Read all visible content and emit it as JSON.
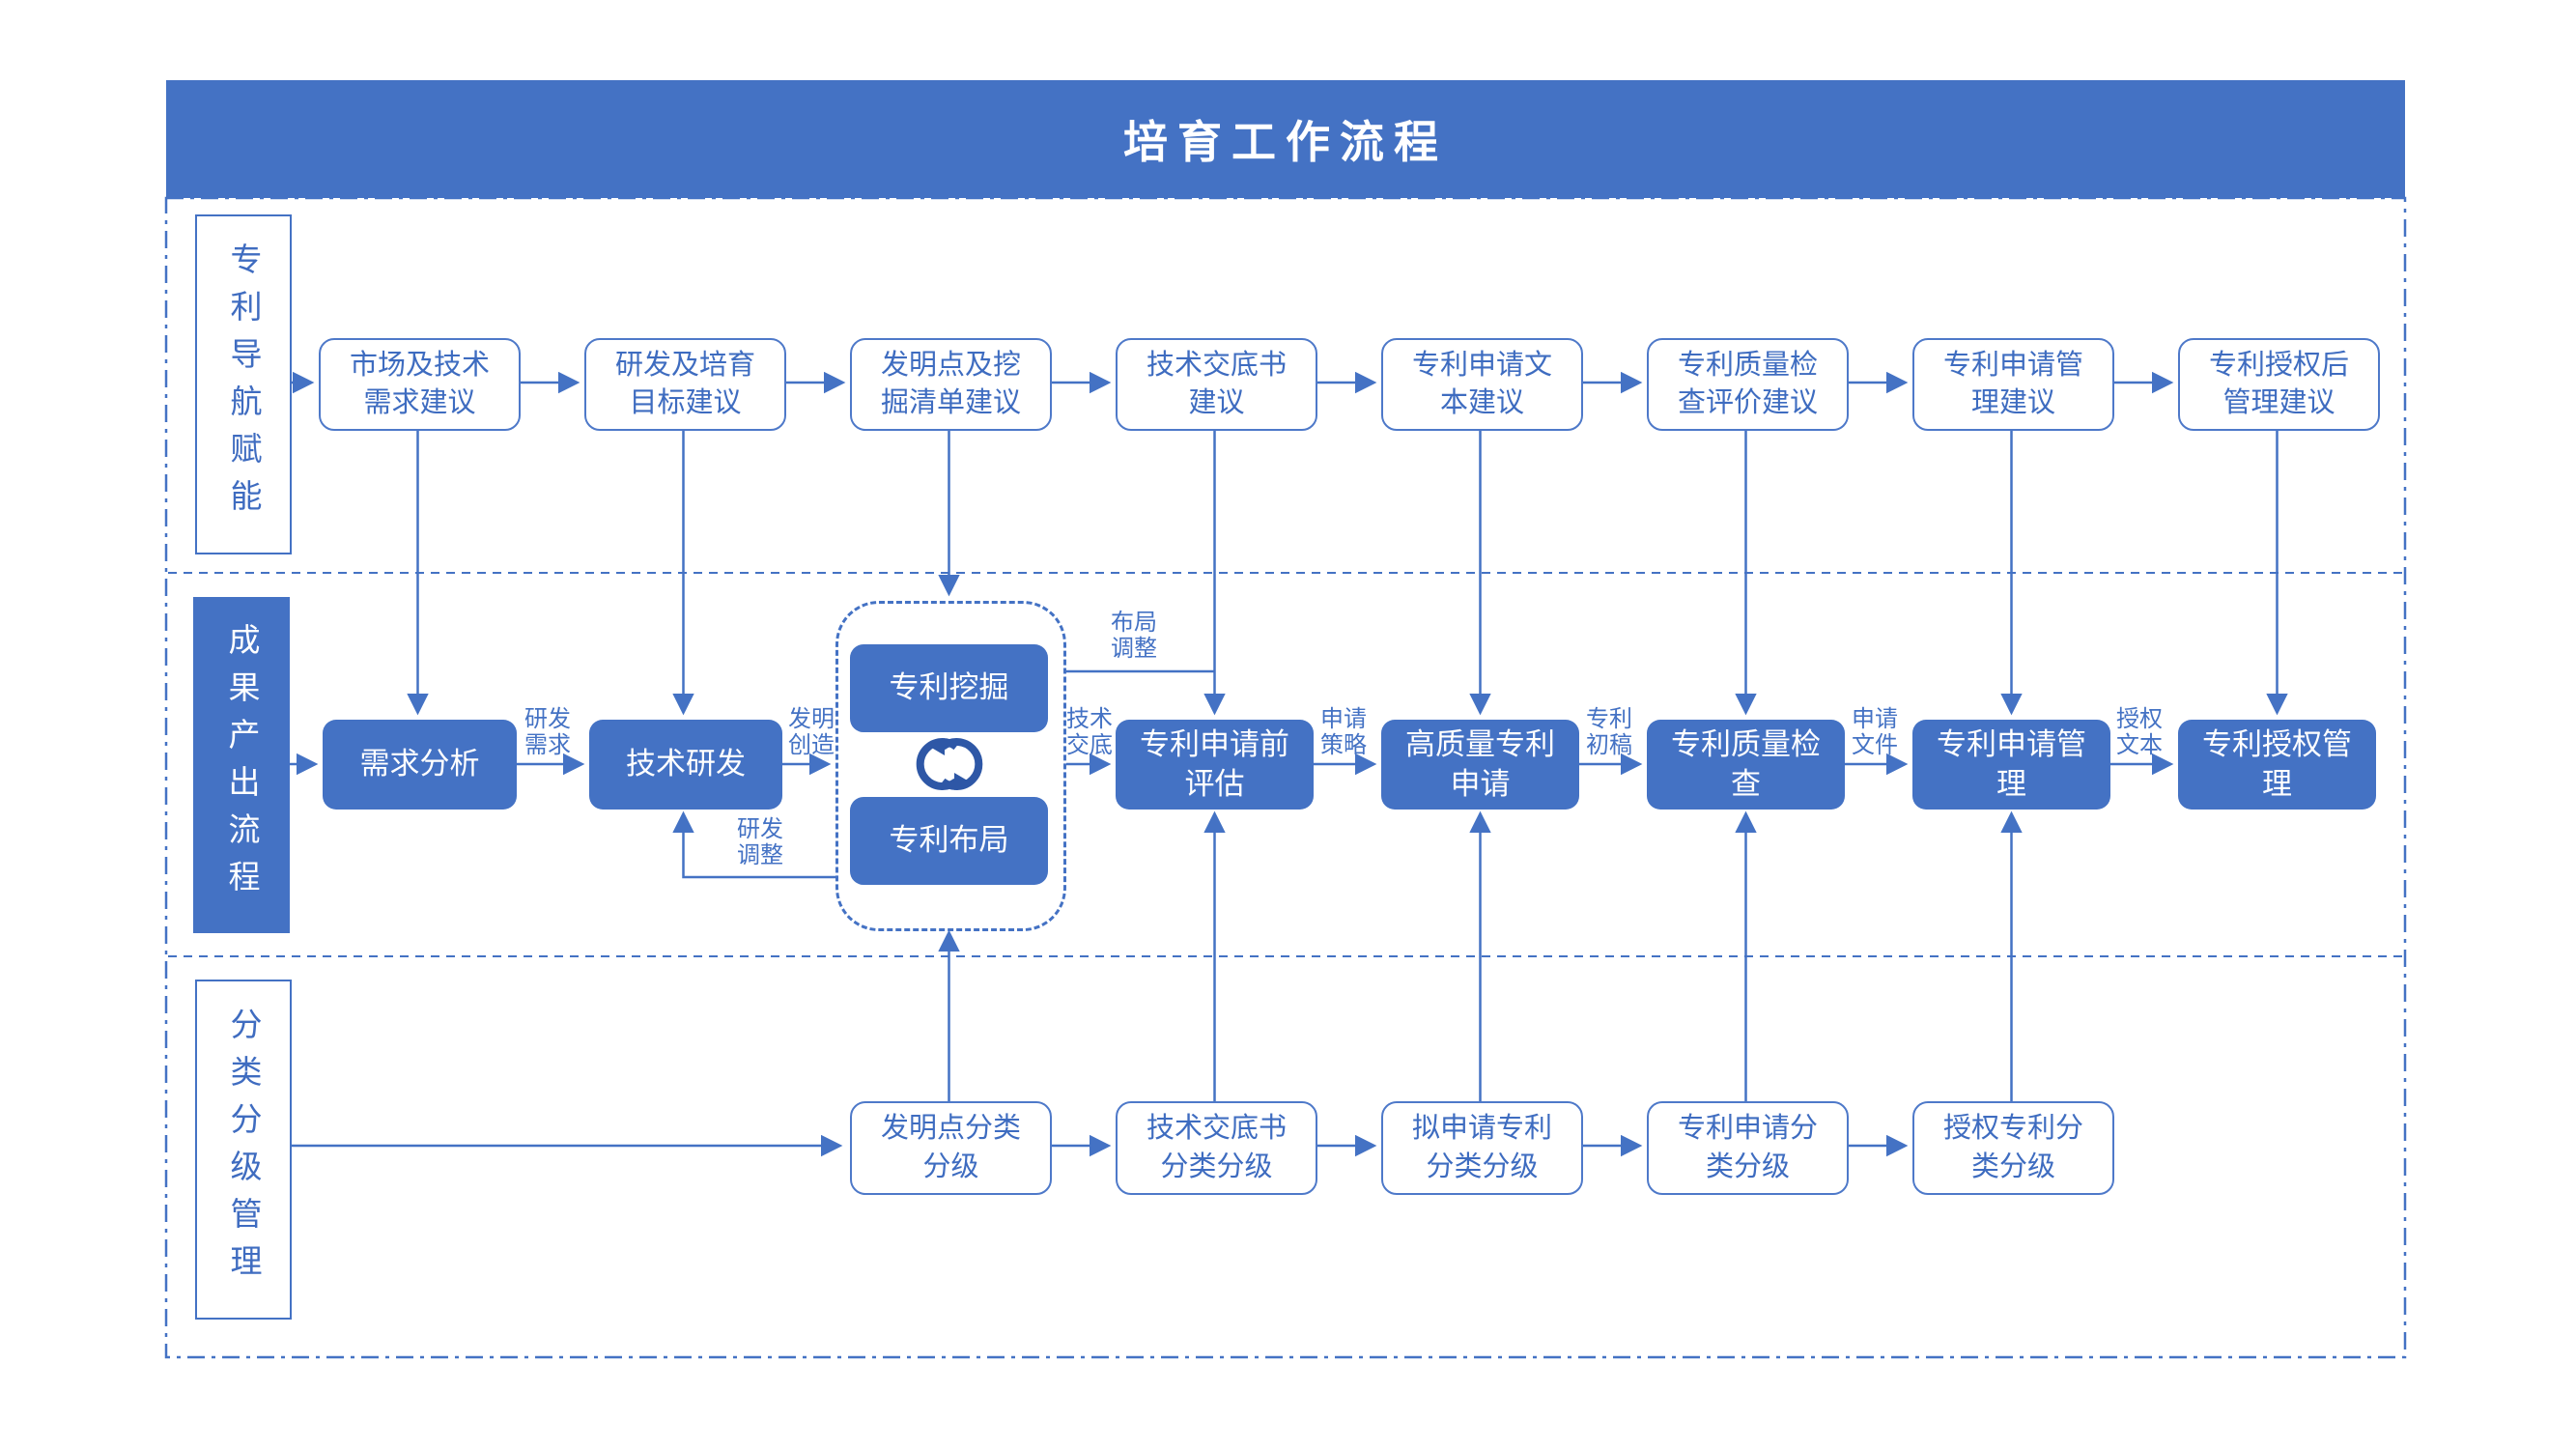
{
  "title": "培育工作流程",
  "colors": {
    "primary": "#4472C4",
    "icon_blue": "#2E57A6",
    "background": "#FFFFFF"
  },
  "lanes": {
    "advisory_label": "专利导航赋能",
    "output_label": "成果产出流程",
    "classification_label": "分类分级管理"
  },
  "advisory_boxes": [
    "市场及技术\n需求建议",
    "研发及培育\n目标建议",
    "发明点及挖\n掘清单建议",
    "技术交底书\n建议",
    "专利申请文\n本建议",
    "专利质量检\n查评价建议",
    "专利申请管\n理建议",
    "专利授权后\n管理建议"
  ],
  "output_boxes": {
    "demand_analysis": "需求分析",
    "tech_rnd": "技术研发",
    "patent_mining": "专利挖掘",
    "patent_layout": "专利布局",
    "pre_filing_eval": "专利申请前\n评估",
    "high_quality_filing": "高质量专利\n申请",
    "quality_check": "专利质量检\n查",
    "filing_mgmt": "专利申请管\n理",
    "grant_mgmt": "专利授权管\n理"
  },
  "edge_labels": {
    "rnd_demand": "研发\n需求",
    "invention": "发明\n创造",
    "tech_disclosure": "技术\n交底",
    "filing_strategy": "申请\n策略",
    "patent_draft": "专利\n初稿",
    "filing_docs": "申请\n文件",
    "grant_text": "授权\n文本",
    "layout_adjust": "布局\n调整",
    "rnd_adjust": "研发\n调整"
  },
  "classification_boxes": [
    "发明点分类\n分级",
    "技术交底书\n分类分级",
    "拟申请专利\n分类分级",
    "专利申请分\n类分级",
    "授权专利分\n类分级"
  ],
  "icons": {
    "cycle": "sync-cycle-icon"
  }
}
